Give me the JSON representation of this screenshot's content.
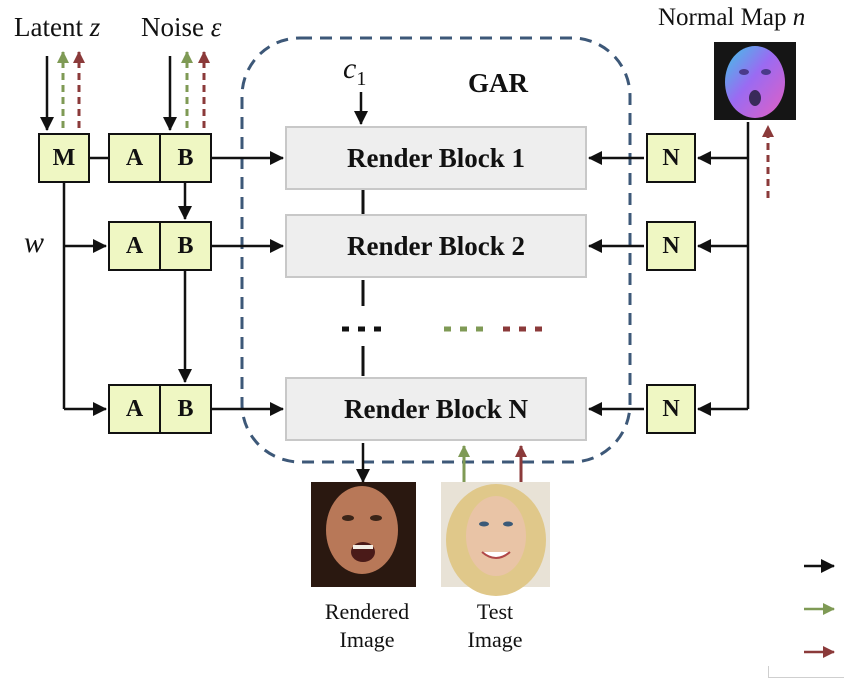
{
  "labels": {
    "latent": "Latent",
    "latent_symbol": "z",
    "noise": "Noise",
    "noise_symbol": "ε",
    "normal_map": "Normal Map",
    "normal_symbol": "n",
    "w": "w",
    "c": "c",
    "c_sub": "1",
    "gar": "GAR"
  },
  "blocks": {
    "m": "M",
    "a": "A",
    "b": "B",
    "n": "N",
    "render_1": "Render Block 1",
    "render_2": "Render Block 2",
    "render_n": "Render Block N"
  },
  "captions": {
    "rendered": [
      "Rendered",
      "Image"
    ],
    "test": [
      "Test",
      "Image"
    ]
  },
  "colors": {
    "black_path": "#111111",
    "green_path": "#7f9a55",
    "red_path": "#8b3a3a",
    "gar_border": "#3d5878",
    "block_fill": "#eff7c3"
  },
  "legend": {
    "entries": [
      {
        "color": "#111111"
      },
      {
        "color": "#7f9a55"
      },
      {
        "color": "#8b3a3a"
      }
    ]
  }
}
